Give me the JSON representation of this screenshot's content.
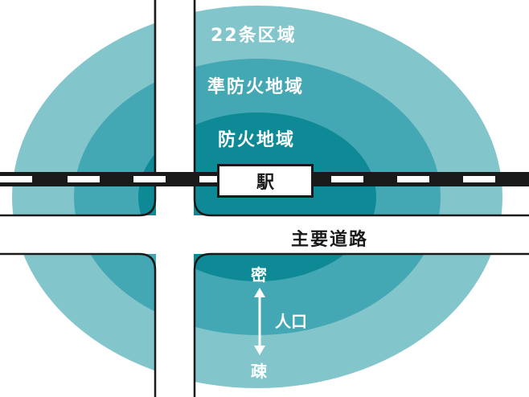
{
  "zones": {
    "outer_label": "22条区域",
    "middle_label": "準防火地域",
    "inner_label": "防火地域"
  },
  "station_label": "駅",
  "road_label": "主要道路",
  "density": {
    "high_label": "密",
    "population_label": "人口",
    "low_label": "疎"
  },
  "colors": {
    "outer": "#82c6cc",
    "middle": "#43a8b4",
    "inner": "#0d8a96",
    "rail_dark": "#1a1a1a",
    "road": "#ffffff"
  }
}
